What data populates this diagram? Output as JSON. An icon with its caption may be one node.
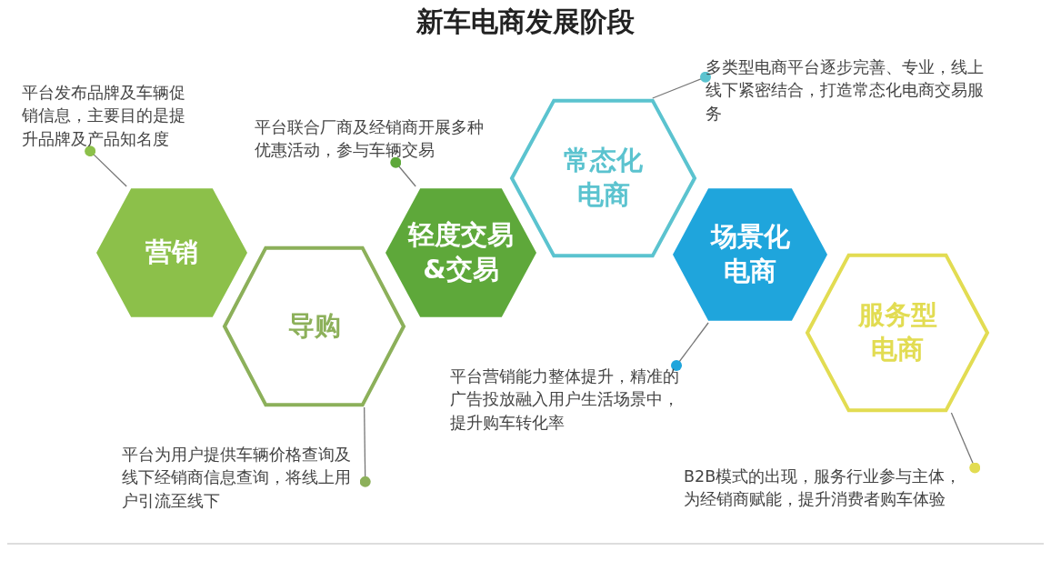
{
  "diagram": {
    "title": "新车电商发展阶段",
    "nodes": [
      {
        "text": [
          "营销"
        ]
      },
      {
        "text": [
          "导购"
        ]
      },
      {
        "text": [
          "轻度交易&交易"
        ]
      },
      {
        "text": [
          "常态化电商"
        ]
      },
      {
        "text": [
          "场景化电商"
        ]
      },
      {
        "text": [
          "服务型电商"
        ]
      },
      {
        "text": [
          "平台发布品牌及车辆促销信息，主要目的是提升品牌及产品知名度"
        ]
      },
      {
        "text": [
          "平台联合厂商及经销商开展多种优惠活动，参与车辆交易"
        ]
      },
      {
        "text": [
          "多类型电商平台逐步完善、专业，线上线下紧密结合，打造常态化电商交易服务"
        ]
      },
      {
        "text": [
          "平台营销能力整体提升，精准的广告投放融入用户生活场景中，提升购车转化率"
        ]
      },
      {
        "text": [
          "平台为用户提供车辆价格查询及线下经销商信息查询，将线上用户引流至线下"
        ]
      },
      {
        "text": [
          "B2B模式的出现，服务行业参与主体，为经销商赋能，提升消费者购车体验"
        ]
      }
    ],
    "edges": [
      {
        "from": 6,
        "to": 0,
        "arrow": "other"
      },
      {
        "from": 7,
        "to": 2,
        "arrow": "other"
      },
      {
        "from": 8,
        "to": 3,
        "arrow": "other"
      },
      {
        "from": 9,
        "to": 4,
        "arrow": "other"
      },
      {
        "from": 10,
        "to": 1,
        "arrow": "other"
      },
      {
        "from": 11,
        "to": 5,
        "arrow": "other"
      }
    ]
  }
}
